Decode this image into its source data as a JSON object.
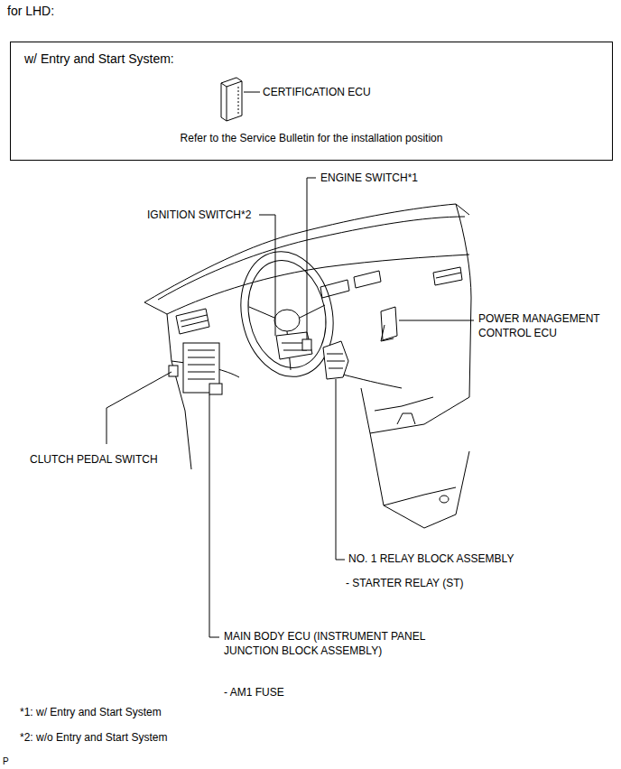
{
  "diagram": {
    "title": "for LHD:",
    "nodes": [
      {
        "text": [
          "w/ Entry and Start System:",
          "CERTIFICATION ECU",
          "Refer to the Service Bulletin for the installation position"
        ]
      }
    ],
    "labels": [
      "ENGINE SWITCH*1",
      "IGNITION SWITCH*2",
      "POWER MANAGEMENT CONTROL ECU",
      "CLUTCH PEDAL SWITCH",
      "NO. 1 RELAY BLOCK ASSEMBLY",
      "- STARTER RELAY (ST)",
      "MAIN BODY ECU (INSTRUMENT PANEL JUNCTION BLOCK ASSEMBLY)",
      "- AM1 FUSE",
      "*1: w/ Entry and Start System",
      "*2: w/o Entry and Start System",
      "P"
    ]
  }
}
